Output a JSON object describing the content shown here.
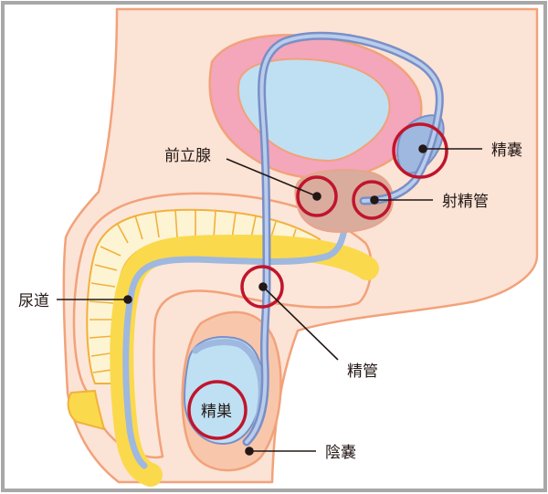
{
  "labels": {
    "seminal_vesicle": "精嚢",
    "ejaculatory_duct": "射精管",
    "prostate": "前立腺",
    "urethra": "尿道",
    "vas_deferens": "精管",
    "testis": "精巣",
    "scrotum": "陰嚢"
  },
  "colors": {
    "frame": "#a8a8a8",
    "body_fill": "#fbe3d6",
    "outline": "#f2a27a",
    "bladder_wall": "#f4a6bb",
    "bladder_inner": "#bfe0f3",
    "tract_blue": "#9eb8df",
    "tract_stroke": "#7a8fc6",
    "urethra_yellow": "#fbd94c",
    "prostate_fill": "#d9ac9e",
    "marker_red": "#c0152d"
  }
}
